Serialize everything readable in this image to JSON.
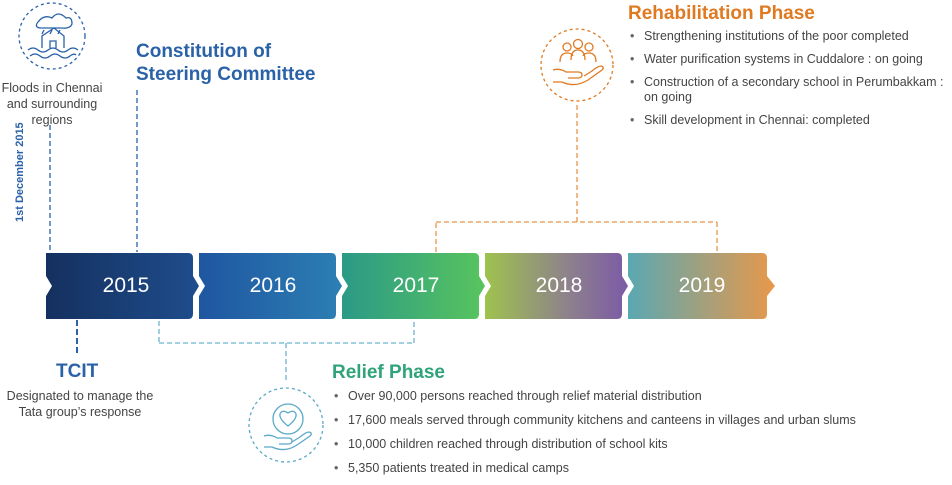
{
  "colors": {
    "blue_dark": "#18376b",
    "blue": "#2a62a8",
    "green": "#2fa37a",
    "orange": "#e07a22",
    "purple": "#7b5aa6",
    "text": "#444444"
  },
  "timeline": {
    "years": [
      "2015",
      "2016",
      "2017",
      "2018",
      "2019"
    ]
  },
  "events": {
    "floods": {
      "caption": "Floods in Chennai and surrounding regions",
      "date": "1st December 2015",
      "icon": "flood-house-icon"
    },
    "steering": {
      "title": "Constitution of Steering Committee"
    },
    "tcit": {
      "title": "TCIT",
      "caption": "Designated to manage the Tata group’s response"
    }
  },
  "rehabilitation": {
    "title": "Rehabilitation Phase",
    "icon": "people-in-hand-icon",
    "items": [
      "Strengthening institutions of the poor completed",
      "Water purification systems in Cuddalore : on going",
      "Construction of a secondary school in Perumbakkam : on going",
      "Skill development in Chennai: completed"
    ]
  },
  "relief": {
    "title": "Relief Phase",
    "icon": "heart-in-hand-icon",
    "items": [
      "Over 90,000 persons reached through relief material distribution",
      "17,600 meals served through community kitchens and canteens in villages and urban slums",
      "10,000 children reached through distribution of school kits",
      "5,350 patients treated in medical camps"
    ]
  }
}
